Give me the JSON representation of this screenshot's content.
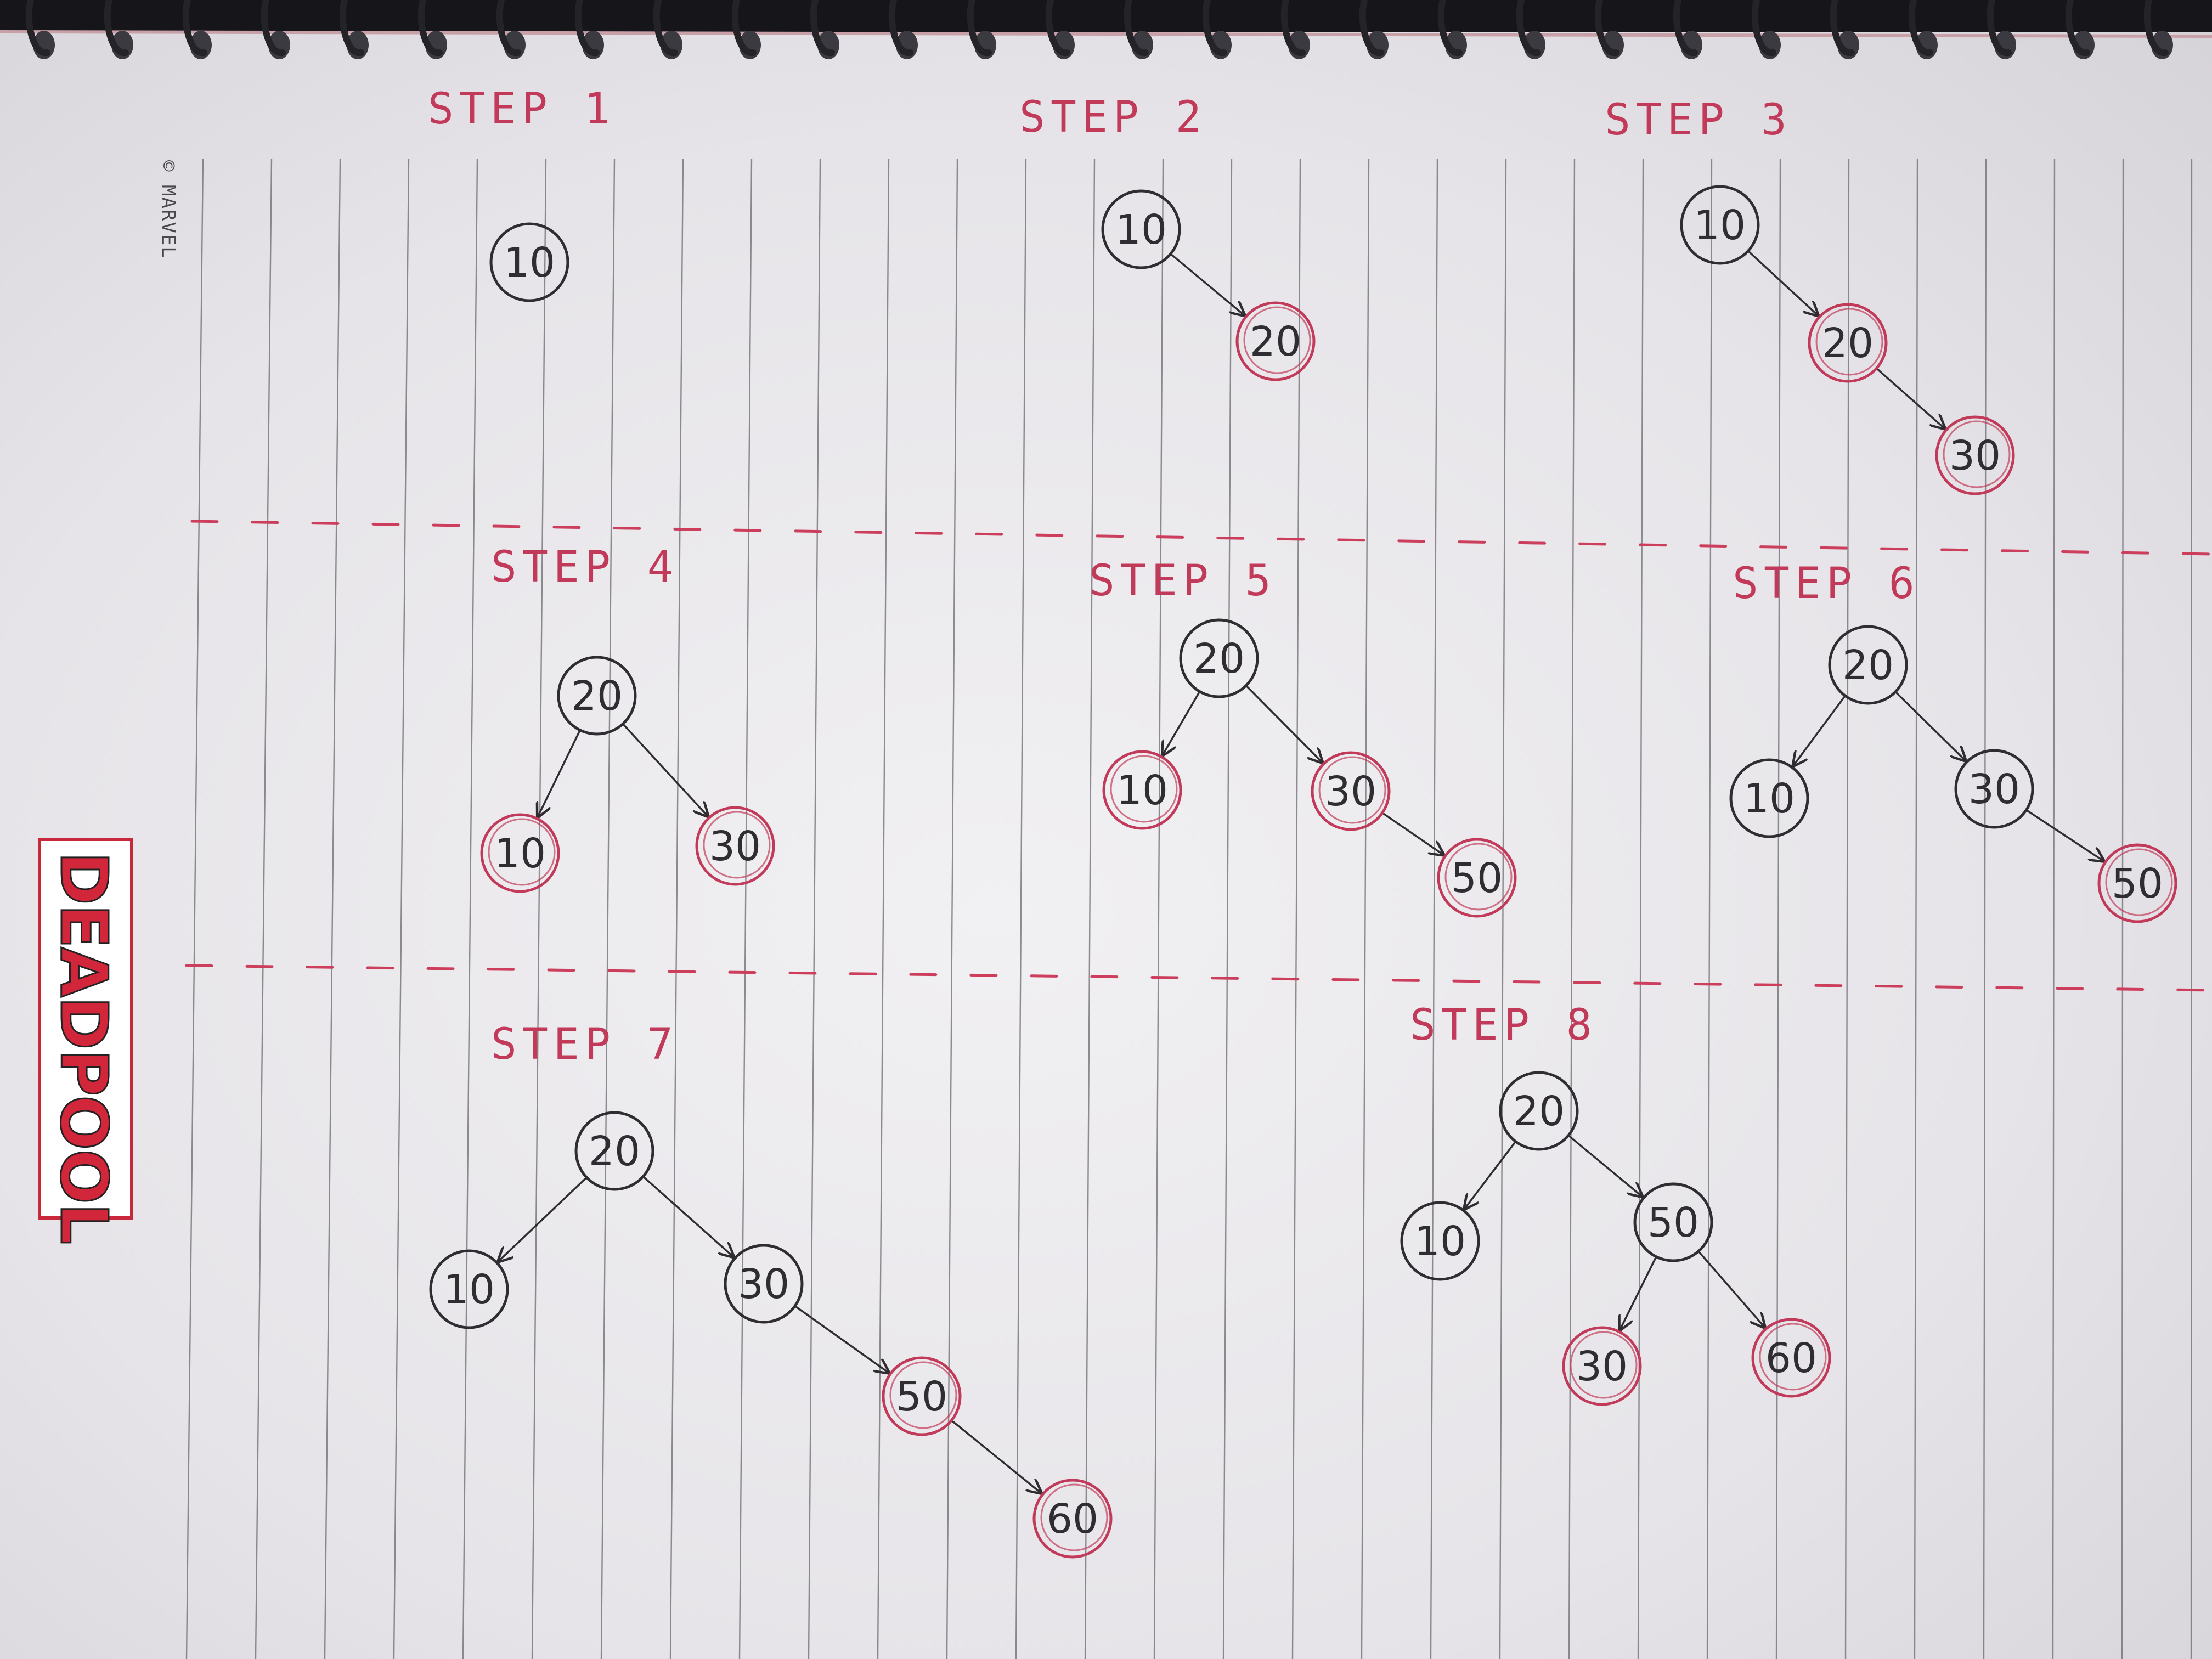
{
  "notebook": {
    "copyright": "© MARVEL",
    "brand": "DEADPOOL"
  },
  "colors": {
    "ink_black": "#2f2d31",
    "ink_red": "#c23a5a",
    "ruling": "#6c6a72",
    "divider": "#cc3e5c"
  },
  "steps": [
    {
      "label": "STEP 1",
      "nodes": [
        {
          "id": "a",
          "value": "10",
          "color": "black"
        }
      ],
      "edges": []
    },
    {
      "label": "STEP 2",
      "nodes": [
        {
          "id": "a",
          "value": "10",
          "color": "black"
        },
        {
          "id": "b",
          "value": "20",
          "color": "red"
        }
      ],
      "edges": [
        [
          "a",
          "b"
        ]
      ]
    },
    {
      "label": "STEP 3",
      "nodes": [
        {
          "id": "a",
          "value": "10",
          "color": "black"
        },
        {
          "id": "b",
          "value": "20",
          "color": "red"
        },
        {
          "id": "c",
          "value": "30",
          "color": "red"
        }
      ],
      "edges": [
        [
          "a",
          "b"
        ],
        [
          "b",
          "c"
        ]
      ]
    },
    {
      "label": "STEP 4",
      "nodes": [
        {
          "id": "r",
          "value": "20",
          "color": "black"
        },
        {
          "id": "l",
          "value": "10",
          "color": "red"
        },
        {
          "id": "x",
          "value": "30",
          "color": "red"
        }
      ],
      "edges": [
        [
          "r",
          "l"
        ],
        [
          "r",
          "x"
        ]
      ]
    },
    {
      "label": "STEP 5",
      "nodes": [
        {
          "id": "r",
          "value": "20",
          "color": "black"
        },
        {
          "id": "l",
          "value": "10",
          "color": "red"
        },
        {
          "id": "x",
          "value": "30",
          "color": "red"
        },
        {
          "id": "y",
          "value": "50",
          "color": "red"
        }
      ],
      "edges": [
        [
          "r",
          "l"
        ],
        [
          "r",
          "x"
        ],
        [
          "x",
          "y"
        ]
      ]
    },
    {
      "label": "STEP 6",
      "nodes": [
        {
          "id": "r",
          "value": "20",
          "color": "black"
        },
        {
          "id": "l",
          "value": "10",
          "color": "black"
        },
        {
          "id": "x",
          "value": "30",
          "color": "black"
        },
        {
          "id": "y",
          "value": "50",
          "color": "red"
        }
      ],
      "edges": [
        [
          "r",
          "l"
        ],
        [
          "r",
          "x"
        ],
        [
          "x",
          "y"
        ]
      ]
    },
    {
      "label": "STEP 7",
      "nodes": [
        {
          "id": "r",
          "value": "20",
          "color": "black"
        },
        {
          "id": "l",
          "value": "10",
          "color": "black"
        },
        {
          "id": "x",
          "value": "30",
          "color": "black"
        },
        {
          "id": "y",
          "value": "50",
          "color": "red"
        },
        {
          "id": "z",
          "value": "60",
          "color": "red"
        }
      ],
      "edges": [
        [
          "r",
          "l"
        ],
        [
          "r",
          "x"
        ],
        [
          "x",
          "y"
        ],
        [
          "y",
          "z"
        ]
      ]
    },
    {
      "label": "STEP 8",
      "nodes": [
        {
          "id": "r",
          "value": "20",
          "color": "black"
        },
        {
          "id": "l",
          "value": "10",
          "color": "black"
        },
        {
          "id": "y",
          "value": "50",
          "color": "black"
        },
        {
          "id": "x",
          "value": "30",
          "color": "red"
        },
        {
          "id": "z",
          "value": "60",
          "color": "red"
        }
      ],
      "edges": [
        [
          "r",
          "l"
        ],
        [
          "r",
          "y"
        ],
        [
          "y",
          "x"
        ],
        [
          "y",
          "z"
        ]
      ]
    }
  ]
}
